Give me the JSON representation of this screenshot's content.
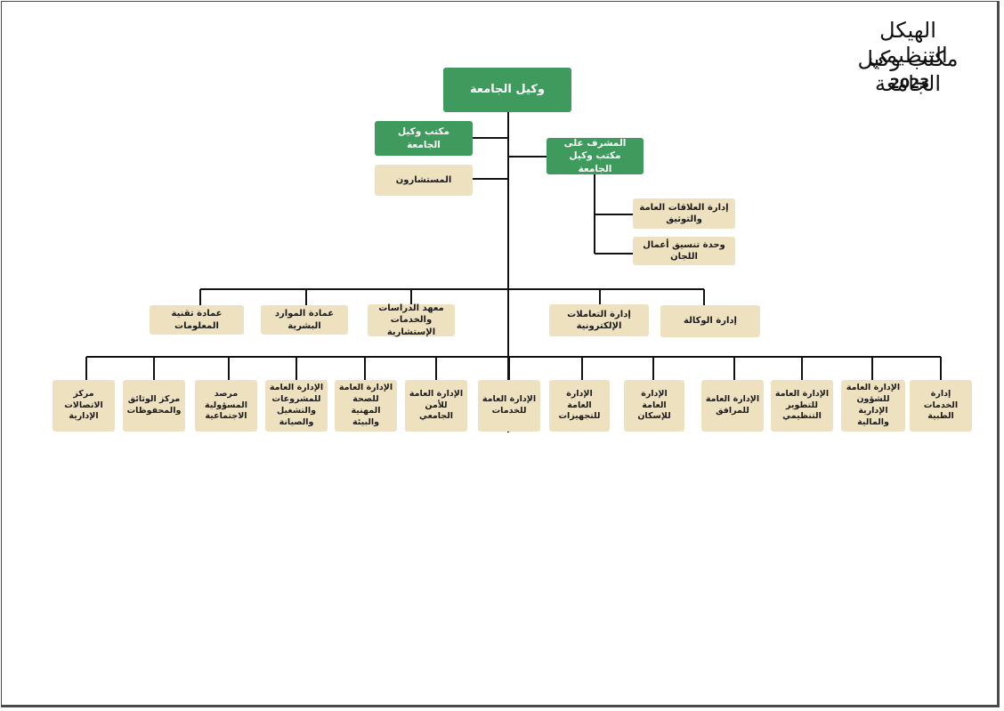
{
  "header": {
    "title": "الهيكل التنظيمي",
    "subtitle": "مكتب وكيل الجامعة",
    "year": "2023"
  },
  "colors": {
    "primary_green": "#3f9a5d",
    "unit_beige": "#ede1c0",
    "connector": "#111111"
  },
  "org": {
    "top": "وكيل الجامعة",
    "office": "مكتب وكيل الجامعة",
    "supervisor": "المشرف على مكتب وكيل الجامعة",
    "advisors": "المستشارون",
    "supervisor_units": [
      "إدارة العلاقات العامة والتوثيق",
      "وحدة تنسيق أعمال اللجان"
    ],
    "middle_row": [
      "إدارة الوكالة",
      "إدارة التعاملات الإلكترونية",
      "معهد الدراسات والخدمات الإستشارية",
      "عمادة الموارد البشرية",
      "عمادة تقنية المعلومات"
    ],
    "bottom_row": [
      "إدارة الخدمات الطبية",
      "الإدارة العامة للشؤون الإدارية والمالية",
      "الإدارة العامة للتطوير التنظيمي",
      "الإدارة العامة للمرافق",
      "الإدارة العامة للإسكان",
      "الإدارة العامة للتجهيزات",
      "الإدارة العامة للخدمات",
      "الإدارة العامة للأمن الجامعي",
      "الإدارة العامة للصحة المهنية والبيئة",
      "الإدارة العامة للمشروعات والتشغيل والصيانة",
      "مرصد المسؤولية الاجتماعية",
      "مركز الوثائق والمحفوظات",
      "مركز الاتصالات الإدارية"
    ]
  }
}
